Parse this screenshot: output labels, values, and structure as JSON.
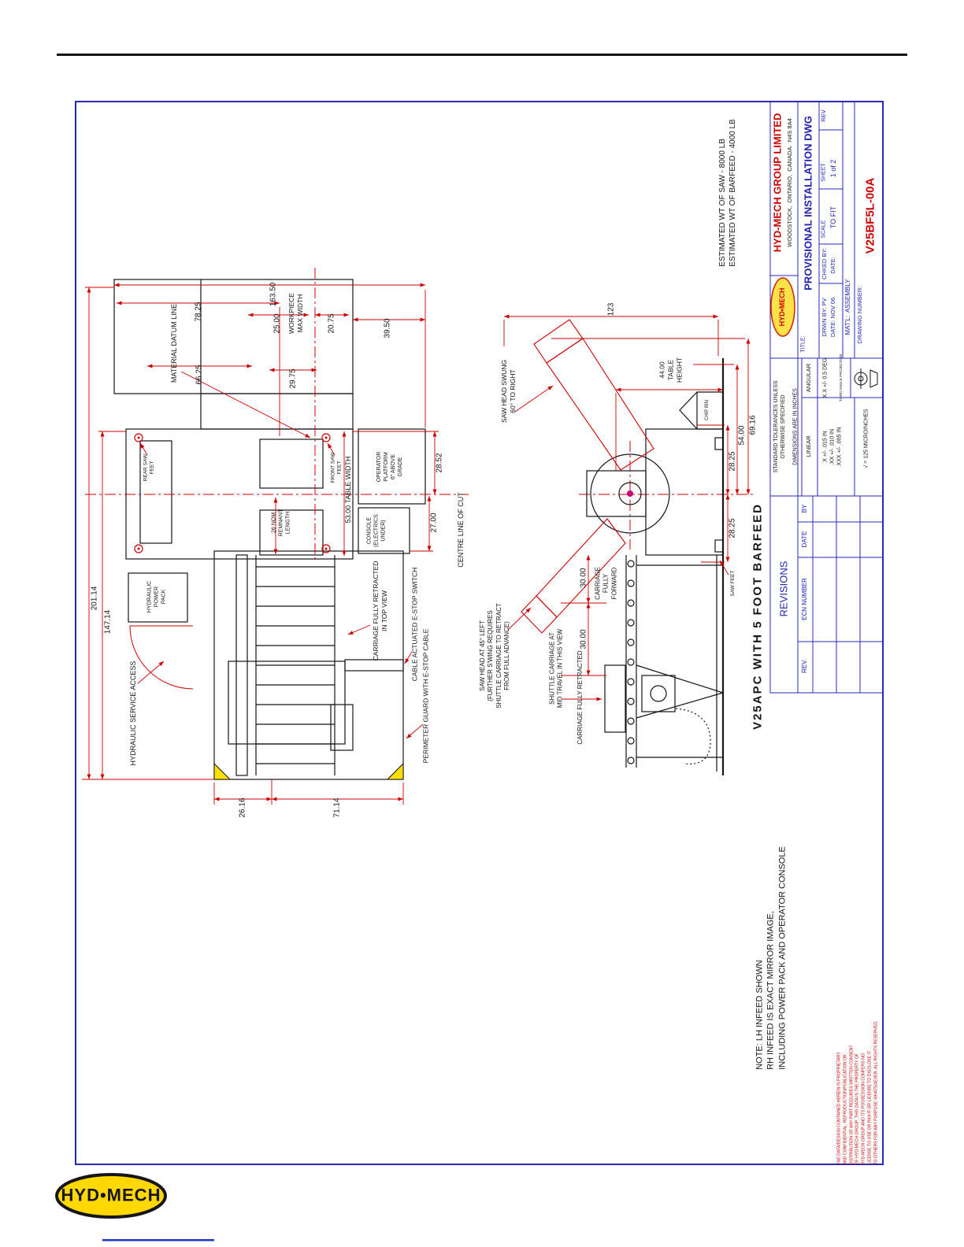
{
  "colors": {
    "frame_blue": "#2a2ab8",
    "dimension_red": "#cf0000",
    "brand_yellow": "#ffd800",
    "pivot_magenta": "#cc0077"
  },
  "drawing": {
    "series_title": "V25APC WITH 5 FOOT BARFEED"
  },
  "title_block": {
    "company_name": "HYD-MECH GROUP LIMITED",
    "company_address": "WOODSTOCK,  ONTARIO,  CANADA.  N4S 8A4",
    "logo_text": "HYD•MECH",
    "title_label": "TITLE:",
    "title": "PROVISIONAL INSTALLATION DWG",
    "drawn_by": "DRWN BY: PV",
    "drawn_date": "DATE: NOV 06",
    "checked_by": "CHKED BY:",
    "checked_date": "DATE:",
    "scale_label": "SCALE",
    "scale_value": "TO FIT",
    "sheet_label": "SHEET",
    "sheet_value": "1 of 2",
    "rev_label": "REV",
    "material": "MAT'L:  ASSEMBLY",
    "drawing_number_label": "DRAWING NUMBER:",
    "drawing_number": "V25BF5L-00A"
  },
  "tolerance_block": {
    "header": "STANDARD TOLERANCES UNLESS\nOTHERWISE SPECIFIED",
    "units": "DIMENSIONS ARE IN INCHES",
    "linear_label": "LINEAR",
    "angular_label": "ANGULAR",
    "linear_tolerances": ".X +/- .015 IN\n.XX +/- .010 IN\n.XXX +/- .005 IN",
    "angular_tolerance": "X.X +/- 0.5 DEG",
    "projection_label": "THIRD ANGLE PROJECTION",
    "surface_finish": "√ = 125 MICROINCHES"
  },
  "revisions_block": {
    "title": "REVISIONS",
    "columns": {
      "rev": "REV.",
      "ecn": "ECN NUMBER",
      "date": "DATE",
      "by": "BY"
    }
  },
  "notes": {
    "weights": "ESTIMATED WT OF SAW - 8000 LB\nESTIMATED WT OF BARFEED - 4000 LB",
    "infeed_note": "NOTE: LH INFEED SHOWN\nRH INFEED IS EXACT MIRROR IMAGE,\nINCLUDING POWER PACK AND OPERATOR CONSOLE",
    "copyright": "THE DATA/DESIGN CONTAINED HEREIN IS PROPRIETARY\nAND CONFIDENTIAL. REPRODUCTION/PUBLICATION OR\nDISTRIBUTION OF ANY PART REQUIRES WRITTEN CONSENT\nOF HYD-MECH GROUP. THIS DATA IS THE PROPERTY OF\nHYD-MECH GROUP AND ITS POSSESSION CONFERS NO\nLICENSE TO USE OR RIGHT OR LICENSE TO DISCLOSE IT\nTO OTHERS FOR ANY PURPOSE WHATSOEVER. ALL RIGHTS RESERVED."
  },
  "plan_view": {
    "dim_163_50": "163.50",
    "dim_78_25": "78.25",
    "dim_25_00": "25.00",
    "workpiece_max_width": "WORKPIECE\nMAX WIDTH",
    "dim_20_75": "20.75",
    "dim_39_50": "39.50",
    "material_datum_line": "MATERIAL DATUM LINE",
    "dim_66_25": "66.25",
    "dim_29_75": "29.75",
    "dim_201_14": "201.14",
    "dim_147_14": "147.14",
    "dim_26_16": "26.16",
    "dim_71_14": "71.14",
    "dim_28_52": "28.52",
    "dim_27_00": "27.00",
    "dim_table_width": "53.00 TABLE WIDTH",
    "remnant": "26 NOM\nREMNANT\nLENGTH",
    "rear_saw_feet": "REAR SAW\nFEET",
    "front_saw_feet": "FRONT SAW\nFEET",
    "operator_platform": "OPERATOR\nPLATFORM\n6\" ABOVE\nGRADE",
    "console": "CONSOLE\n(ELECTRICS\nUNDER)",
    "centre_line_of_cut": "CENTRE LINE OF CUT",
    "hydraulic_power_pack": "HYDRAULIC\nPOWER\nPACK",
    "hydraulic_service_access": "HYDRAULIC SERVICE ACCESS",
    "carriage_fully_retracted": "CARRIAGE FULLY RETRACTED\nIN TOP VIEW",
    "estop_switch": "CABLE ACTUATED E-STOP SWITCH",
    "perimeter_guard": "PERIMETER GUARD WITH E-STOP CABLE"
  },
  "elevation_view": {
    "dim_123": "123",
    "saw_head_swung": "SAW HEAD SWUNG\n60° TO RIGHT",
    "table_height": "44.00\nTABLE\nHEIGHT",
    "chip_bin": "CHIP BIN",
    "dim_69_16": "69.16",
    "dim_54_00": "54.00",
    "dim_28_25_upper": "28.25",
    "dim_28_25_lower": "28.25",
    "saw_feet": "SAW FEET",
    "dim_30_00_fwd": "30.00",
    "dim_30_00_mid": "30.00",
    "carriage_fully_forward": "CARRIAGE\nFULLY\nFORWARD",
    "saw_head_45": "SAW HEAD AT 45° LEFT\n(FURTHER S'WING REQUIRES\nSHUTTLE CARRIAGE TO RETRACT\nFROM FULL ADVANCE)",
    "shuttle_carriage": "SHUTTLE CARRIAGE AT\nMID TRAVEL IN THIS VIEW",
    "carriage_fully_retracted": "CARRIAGE FULLY RETRACTED"
  },
  "footer": {
    "logo_text": "HYD•MECH"
  }
}
